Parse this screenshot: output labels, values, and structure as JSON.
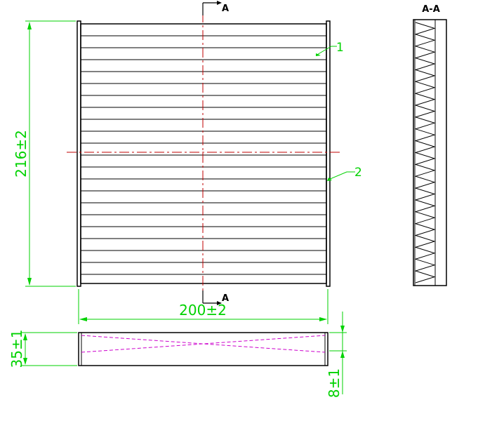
{
  "dimensions": {
    "height": "216±2",
    "width": "200±2",
    "frame_depth": "35±1",
    "flange_depth": "8±1"
  },
  "section_marker": {
    "top": "A",
    "bottom": "A",
    "view_title": "A-A"
  },
  "callouts": {
    "part_1": "1",
    "part_2": "2"
  },
  "colors": {
    "outline": "#000000",
    "dimension": "#00d200",
    "centerline": "#c00000",
    "hidden": "#cc00cc"
  }
}
